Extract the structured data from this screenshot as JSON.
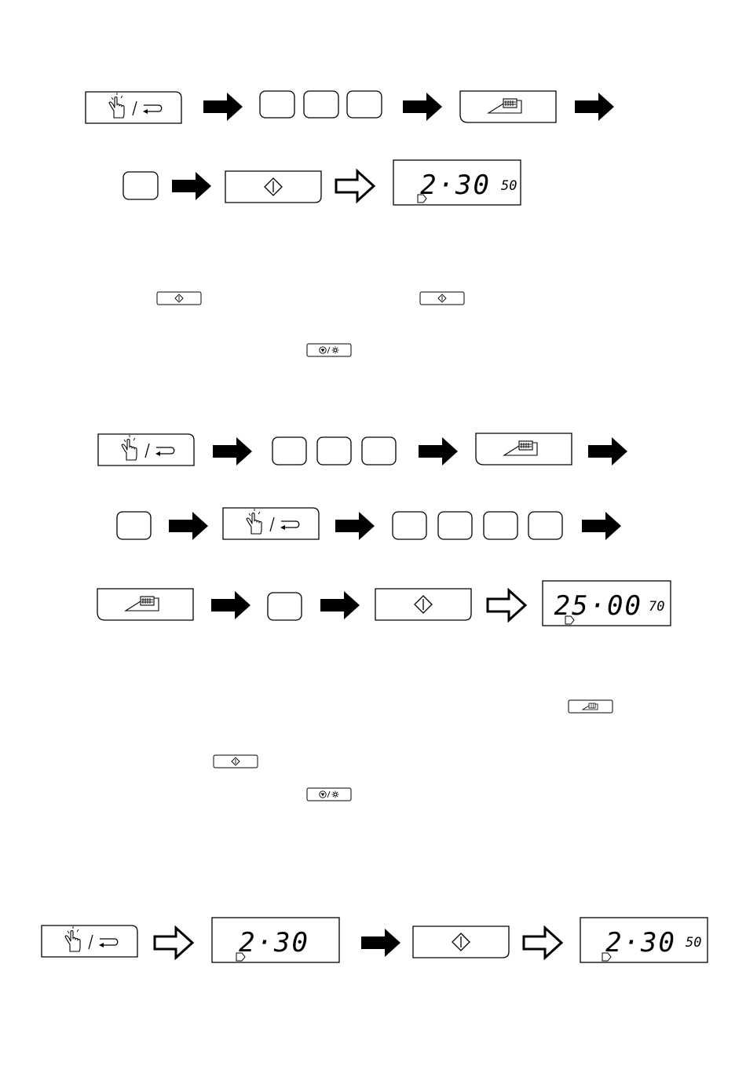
{
  "colors": {
    "ink": "#000000",
    "paper": "#ffffff"
  },
  "icons": {
    "memory_key": "hand-pointer-return-icon",
    "number_key": "blank-number-key",
    "microwave_key": "microwave-grill-icon",
    "start_key": "start-diamond-icon",
    "stop_key": "stop-clear-icon",
    "filled_arrow": "filled-arrow-right-icon",
    "outline_arrow": "outline-arrow-right-icon",
    "display_indicator": "display-indicator-icon"
  },
  "displays": {
    "example1": {
      "time": "2·30",
      "power": "50"
    },
    "example2": {
      "time": "25·00",
      "power": "70"
    },
    "recall_before": {
      "time": "2·30",
      "power": ""
    },
    "recall_after": {
      "time": "2·30",
      "power": "50"
    }
  },
  "inline_keys": {
    "stop_glyph": "⊗/✲"
  }
}
